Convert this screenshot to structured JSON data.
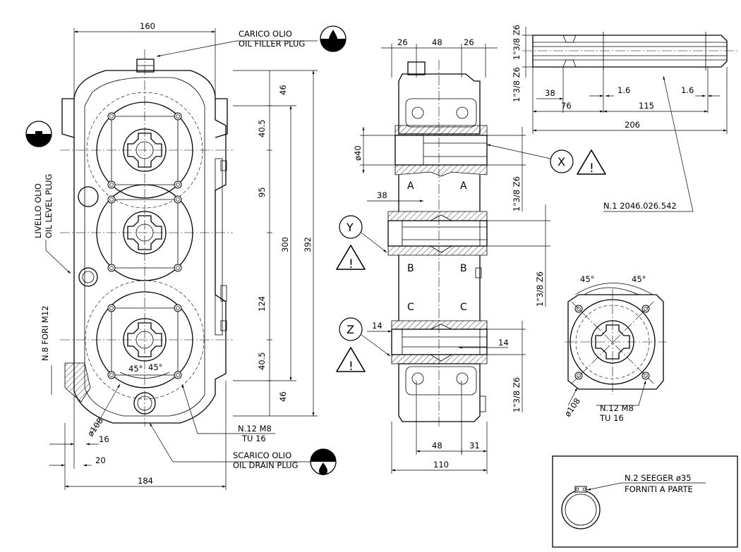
{
  "dimensions": {
    "front_width_top": "160",
    "front_width_bottom": "184",
    "shaft_offset_16": "16",
    "shaft_offset_20": "20",
    "seg_46_top": "46",
    "seg_40_5_top": "40.5",
    "seg_95": "95",
    "seg_124": "124",
    "seg_40_5_bottom": "40.5",
    "seg_46_bottom": "46",
    "height_300": "300",
    "height_392": "392",
    "angle_45_left": "45°",
    "angle_45_right": "45°",
    "pcd_front": "ø108",
    "side_26_left": "26",
    "side_48": "48",
    "side_26_right": "26",
    "shaft_dia_40": "ø40",
    "dim_38": "38",
    "dim_14_left": "14",
    "dim_14_right": "14",
    "bottom_48": "48",
    "bottom_31": "31",
    "side_width_110": "110",
    "spline_z6_a": "1\"3/8 Z6",
    "spline_z6_b": "1\"3/8 Z6",
    "spline_z6_c": "1\"3/8 Z6",
    "spline_z6_d": "1\"3/8 Z6",
    "spline_z6_e": "1\"3/8 Z6",
    "shaft_38": "38",
    "shaft_1_6_left": "1.6",
    "shaft_1_6_right": "1.6",
    "shaft_76": "76",
    "shaft_115": "115",
    "shaft_206": "206",
    "flange_45_left": "45°",
    "flange_45_right": "45°",
    "flange_pcd": "ø108"
  },
  "labels": {
    "oil_filler_it": "CARICO OLIO",
    "oil_filler_en": "OIL FILLER PLUG",
    "oil_level_it": "LIVELLO OLIO",
    "oil_level_en": "OIL LEVEL PLUG",
    "oil_drain_it": "SCARICO OLIO",
    "oil_drain_en": "OIL DRAIN PLUG",
    "holes_m12": "N.8 FORI M12",
    "front_bolts": "N.12 M8",
    "front_bolts_depth": "TU 16",
    "flange_bolts": "N.12 M8",
    "flange_bolts_depth": "TU 16",
    "shaft_part": "N.1 2046.026.542",
    "seeger_line1": "N.2 SEEGER ø35",
    "seeger_line2": "FORNITI A PARTE",
    "callout_x": "X",
    "callout_y": "Y",
    "callout_z": "Z",
    "section_a_left": "A",
    "section_a_right": "A",
    "section_b_left": "B",
    "section_b_right": "B",
    "section_c_left": "C",
    "section_c_right": "C",
    "warning_mark": "!"
  }
}
